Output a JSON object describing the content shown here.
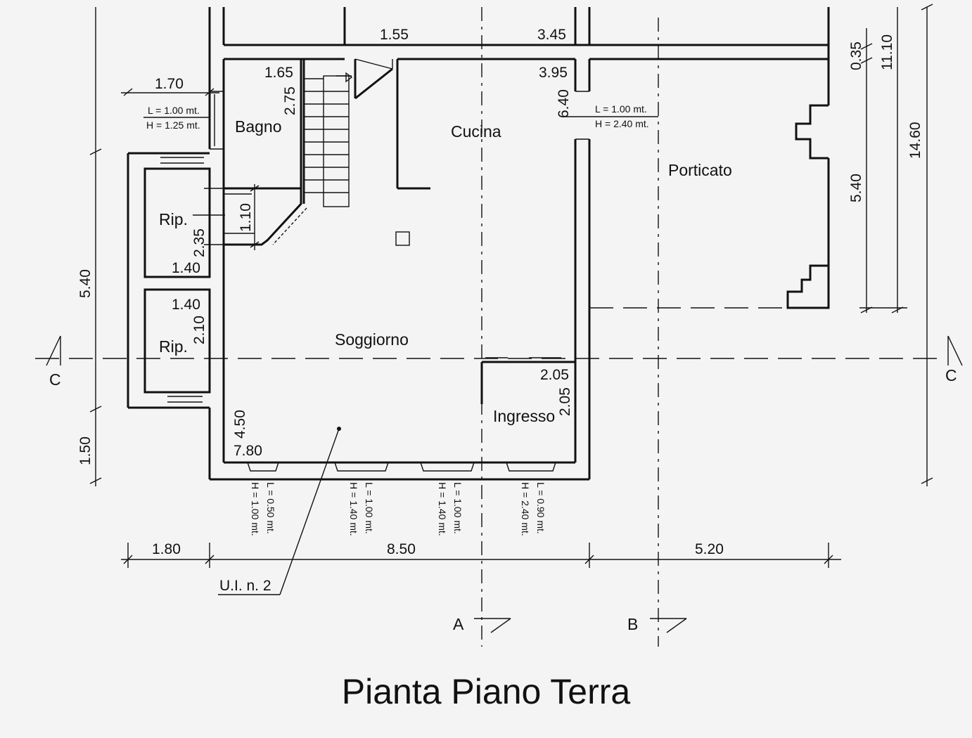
{
  "title": "Pianta Piano Terra",
  "rooms": {
    "bagno": "Bagno",
    "cucina": "Cucina",
    "porticato": "Porticato",
    "rip1": "Rip.",
    "rip2": "Rip.",
    "soggiorno": "Soggiorno",
    "ingresso": "Ingresso"
  },
  "unit_label": "U.I. n. 2",
  "sections": {
    "a": "A",
    "b": "B",
    "c_left": "C",
    "c_right": "C"
  },
  "dimensions": {
    "top_155": "1.55",
    "top_345": "3.45",
    "bagno_w": "1.65",
    "bagno_h": "2.75",
    "left_170": "1.70",
    "cucina_w": "3.95",
    "cucina_h": "6.40",
    "right_035": "0.35",
    "right_1110": "11.10",
    "right_1460": "14.60",
    "right_540": "5.40",
    "left_540": "5.40",
    "left_150": "1.50",
    "rip1_h": "2.35",
    "rip1_w": "1.40",
    "rip2_w": "1.40",
    "rip2_h": "2.10",
    "landing": "1.10",
    "ingresso_w": "2.05",
    "ingresso_h": "2.05",
    "sogg_h": "4.50",
    "sogg_w": "7.80",
    "bottom_180": "1.80",
    "bottom_850": "8.50",
    "bottom_520": "5.20"
  },
  "openings": {
    "bagno_l": "L = 1.00 mt.",
    "bagno_h": "H = 1.25 mt.",
    "porticato_l": "L = 1.00 mt.",
    "porticato_h": "H = 2.40 mt.",
    "w1_l": "L = 0.50 mt.",
    "w1_h": "H = 1.00 mt.",
    "w2_l": "L = 1.00 mt.",
    "w2_h": "H = 1.40 mt.",
    "w3_l": "L = 1.00 mt.",
    "w3_h": "H = 1.40 mt.",
    "w4_l": "L = 0.90 mt.",
    "w4_h": "H = 2.40 mt."
  }
}
